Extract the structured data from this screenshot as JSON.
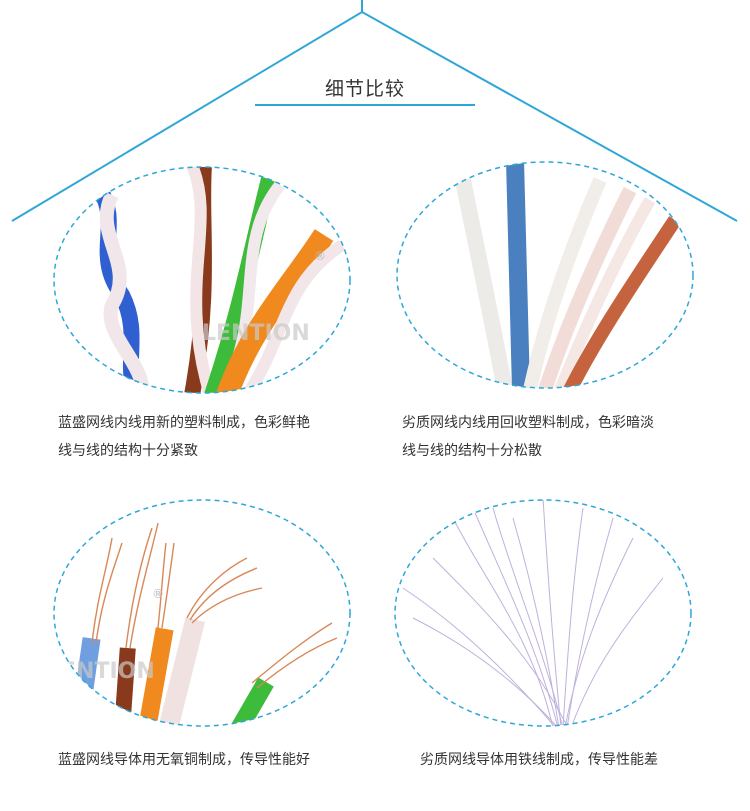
{
  "title": "细节比较",
  "captions": {
    "top_left": [
      "蓝盛网线内线用新的塑料制成，色彩鲜艳",
      "线与线的结构十分紧致"
    ],
    "top_right": [
      "劣质网线内线用回收塑料制成，色彩暗淡",
      "线与线的结构十分松散"
    ],
    "bottom_left": "蓝盛网线导体用无氧铜制成，传导性能好",
    "bottom_right": "劣质网线导体用铁线制成，传导性能差"
  },
  "watermark": {
    "brand": "LENTION",
    "mark": "®"
  },
  "colors": {
    "accent": "#2ea7d8",
    "text": "#333333"
  }
}
